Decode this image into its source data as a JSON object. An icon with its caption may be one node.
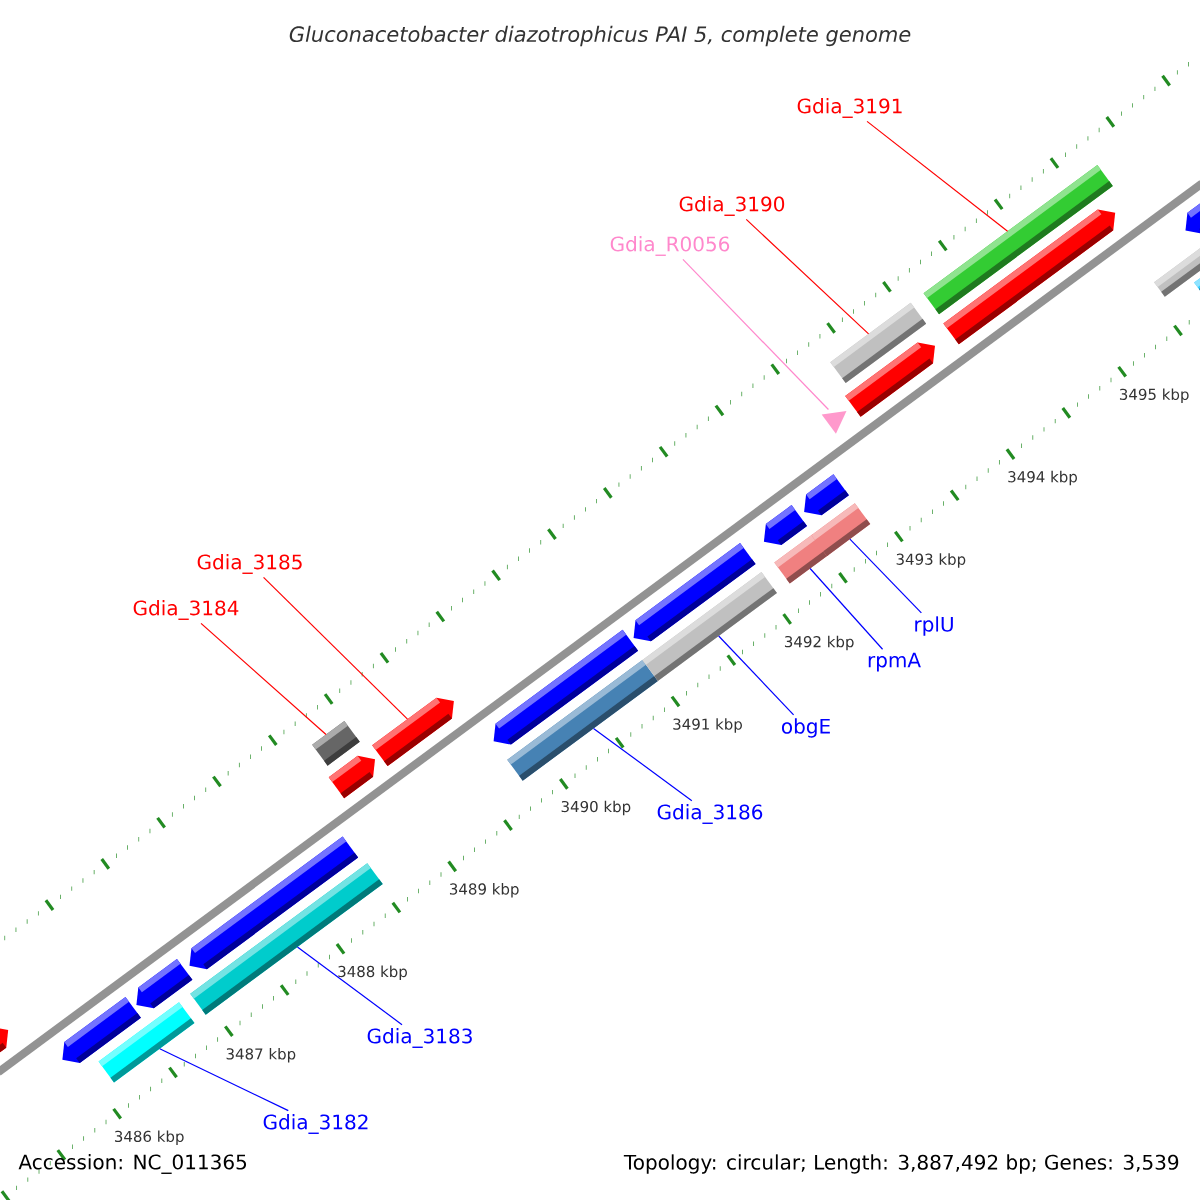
{
  "diagram": {
    "title": "Gluconacetobacter diazotrophicus PAI 5, complete genome",
    "nodes": [
      {
        "text": [
          "Gdia_3191"
        ]
      },
      {
        "text": [
          "Gdia_3190"
        ]
      },
      {
        "text": [
          "Gdia_R0056"
        ]
      },
      {
        "text": [
          "Gdia_3185"
        ]
      },
      {
        "text": [
          "Gdia_3184"
        ]
      },
      {
        "text": [
          "rplU"
        ]
      },
      {
        "text": [
          "rpmA"
        ]
      },
      {
        "text": [
          "obgE"
        ]
      },
      {
        "text": [
          "Gdia_3186"
        ]
      },
      {
        "text": [
          "Gdia_3183"
        ]
      },
      {
        "text": [
          "Gdia_3182"
        ]
      },
      {
        "text": [],
        "shape": "pentagon"
      },
      {
        "text": [],
        "shape": "pentagon"
      },
      {
        "text": [],
        "shape": "box"
      },
      {
        "text": [],
        "shape": "pentagon"
      },
      {
        "text": [],
        "shape": "box"
      },
      {
        "text": [],
        "shape": "pentagon"
      },
      {
        "text": [],
        "shape": "pentagon"
      },
      {
        "text": [],
        "shape": "box"
      },
      {
        "text": [],
        "shape": "pentagon"
      },
      {
        "text": [],
        "shape": "pentagon"
      },
      {
        "text": [],
        "shape": "box"
      },
      {
        "text": [],
        "shape": "pentagon"
      },
      {
        "text": [],
        "shape": "box"
      },
      {
        "text": [],
        "shape": "box"
      },
      {
        "text": [],
        "shape": "pentagon"
      },
      {
        "text": [],
        "shape": "box"
      },
      {
        "text": [],
        "shape": "pentagon"
      },
      {
        "text": [],
        "shape": "triangle"
      },
      {
        "text": [],
        "shape": "pentagon"
      },
      {
        "text": [],
        "shape": "box"
      },
      {
        "text": [],
        "shape": "pentagon"
      },
      {
        "text": [],
        "shape": "box"
      },
      {
        "text": [],
        "shape": "box"
      },
      {
        "text": [],
        "shape": "pentagon"
      },
      {
        "text": [],
        "shape": "box"
      }
    ],
    "edges": [
      {
        "from": 0,
        "to": 32,
        "arrow": "none",
        "color": "#ff0000"
      },
      {
        "from": 1,
        "to": 30,
        "arrow": "none",
        "color": "#ff0000"
      },
      {
        "from": 2,
        "to": 28,
        "arrow": "none",
        "color": "#ff88cc"
      },
      {
        "from": 3,
        "to": 19,
        "arrow": "none",
        "color": "#ff0000"
      },
      {
        "from": 4,
        "to": 18,
        "arrow": "none",
        "color": "#ff0000"
      },
      {
        "from": 5,
        "to": 26,
        "arrow": "none"
      },
      {
        "from": 6,
        "to": 24,
        "arrow": "none"
      },
      {
        "from": 7,
        "to": 23,
        "arrow": "none"
      },
      {
        "from": 8,
        "to": 21,
        "arrow": "none"
      },
      {
        "from": 9,
        "to": 15,
        "arrow": "none"
      },
      {
        "from": 10,
        "to": 13,
        "arrow": "none"
      }
    ],
    "labels": [
      "3495 kbp",
      "3494 kbp",
      "3493 kbp",
      "3492 kbp",
      "3491 kbp",
      "3490 kbp",
      "3489 kbp",
      "3488 kbp",
      "3487 kbp",
      "3486 kbp",
      "Accession: NC_011365",
      "Topology: circular; Length: 3,887,492 bp; Genes: 3,539"
    ]
  }
}
